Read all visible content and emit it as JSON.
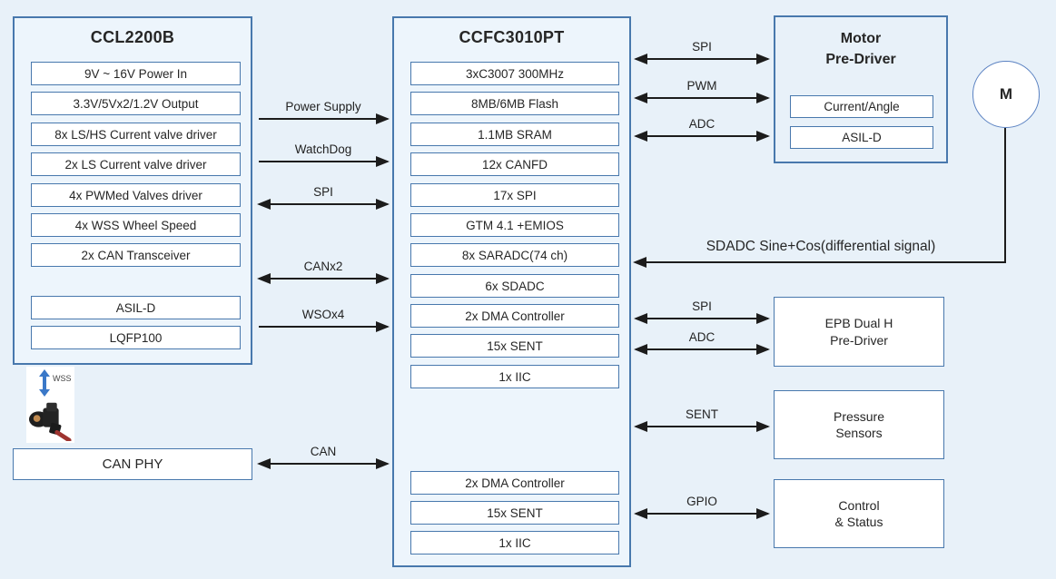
{
  "left_box": {
    "title": "CCL2200B",
    "rows": [
      "9V ~ 16V Power In",
      "3.3V/5Vx2/1.2V Output",
      "8x LS/HS Current valve driver",
      "2x LS Current valve driver",
      "4x PWMed Valves driver",
      "4x WSS Wheel Speed",
      "2x CAN Transceiver"
    ],
    "rows2": [
      "ASIL-D",
      "LQFP100"
    ]
  },
  "mid_box": {
    "title": "CCFC3010PT",
    "rows": [
      "3xC3007 300MHz",
      "8MB/6MB Flash",
      "1.1MB SRAM",
      "12x CANFD",
      "17x SPI",
      "GTM 4.1 +EMIOS",
      "8x SARADC(74 ch)",
      "6x SDADC",
      "2x DMA Controller",
      "15x SENT",
      "1x IIC"
    ],
    "rows_bottom": [
      "2x DMA Controller",
      "15x SENT",
      "1x IIC"
    ]
  },
  "motor_box": {
    "title_line1": "Motor",
    "title_line2": "Pre-Driver",
    "rows": [
      "Current/Angle",
      "ASIL-D"
    ]
  },
  "motor_circle": {
    "label": "M"
  },
  "epb_box": {
    "line1": "EPB Dual H",
    "line2": "Pre-Driver"
  },
  "pressure_box": {
    "line1": "Pressure",
    "line2": "Sensors"
  },
  "control_box": {
    "line1": "Control",
    "line2": "& Status"
  },
  "can_phy_box": {
    "label": "CAN PHY"
  },
  "wss": {
    "label": "WSS"
  },
  "left_connectors": [
    {
      "label": "Power Supply"
    },
    {
      "label": "WatchDog"
    },
    {
      "label": "SPI"
    },
    {
      "label": "CANx2"
    },
    {
      "label": "WSOx4"
    },
    {
      "label": "CAN"
    }
  ],
  "right_connectors": [
    {
      "label": "SPI"
    },
    {
      "label": "PWM"
    },
    {
      "label": "ADC"
    },
    {
      "label": "SPI"
    },
    {
      "label": "ADC"
    },
    {
      "label": "SENT"
    },
    {
      "label": "GPIO"
    }
  ],
  "sdadc_connector": {
    "label": "SDADC Sine+Cos(differential signal)"
  },
  "colors": {
    "background": "#e8f1f9",
    "box_border": "#4878ad",
    "row_fill": "#ffffff",
    "arrow": "#1c1c1c",
    "wss_arrow": "#3a78c8",
    "motor_circle_border": "#5b82c2",
    "text": "#262626"
  }
}
